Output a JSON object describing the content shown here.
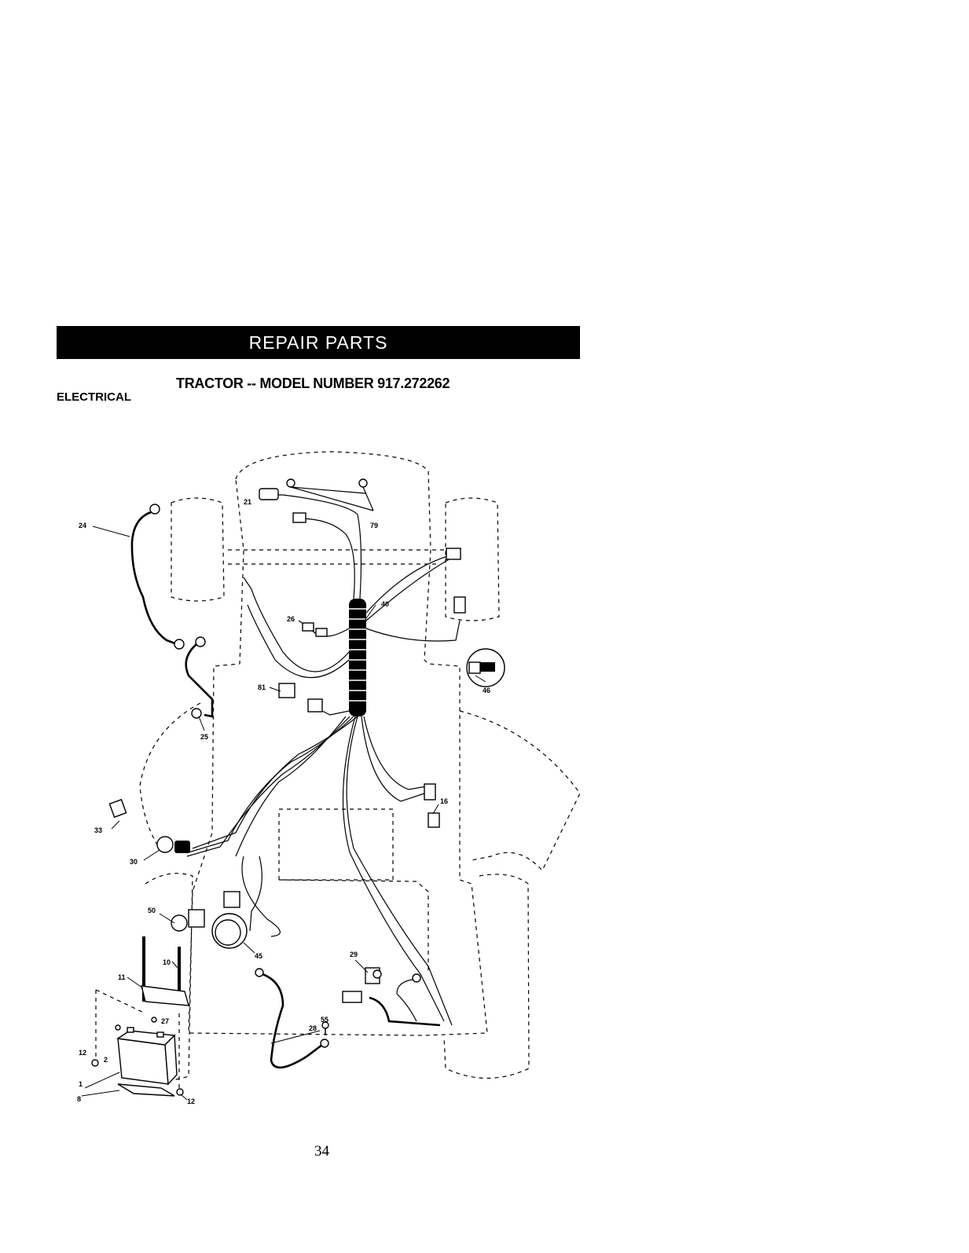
{
  "header": {
    "banner_title": "REPAIR PARTS",
    "model_line": "TRACTOR -- MODEL NUMBER 917.272262",
    "section_title": "ELECTRICAL"
  },
  "diagram": {
    "callouts": [
      "21",
      "79",
      "24",
      "26",
      "40",
      "81",
      "46",
      "25",
      "16",
      "33",
      "30",
      "50",
      "10",
      "45",
      "11",
      "29",
      "27",
      "55",
      "28",
      "12",
      "2",
      "1",
      "8",
      "12"
    ]
  },
  "footer": {
    "page_number": "34"
  }
}
